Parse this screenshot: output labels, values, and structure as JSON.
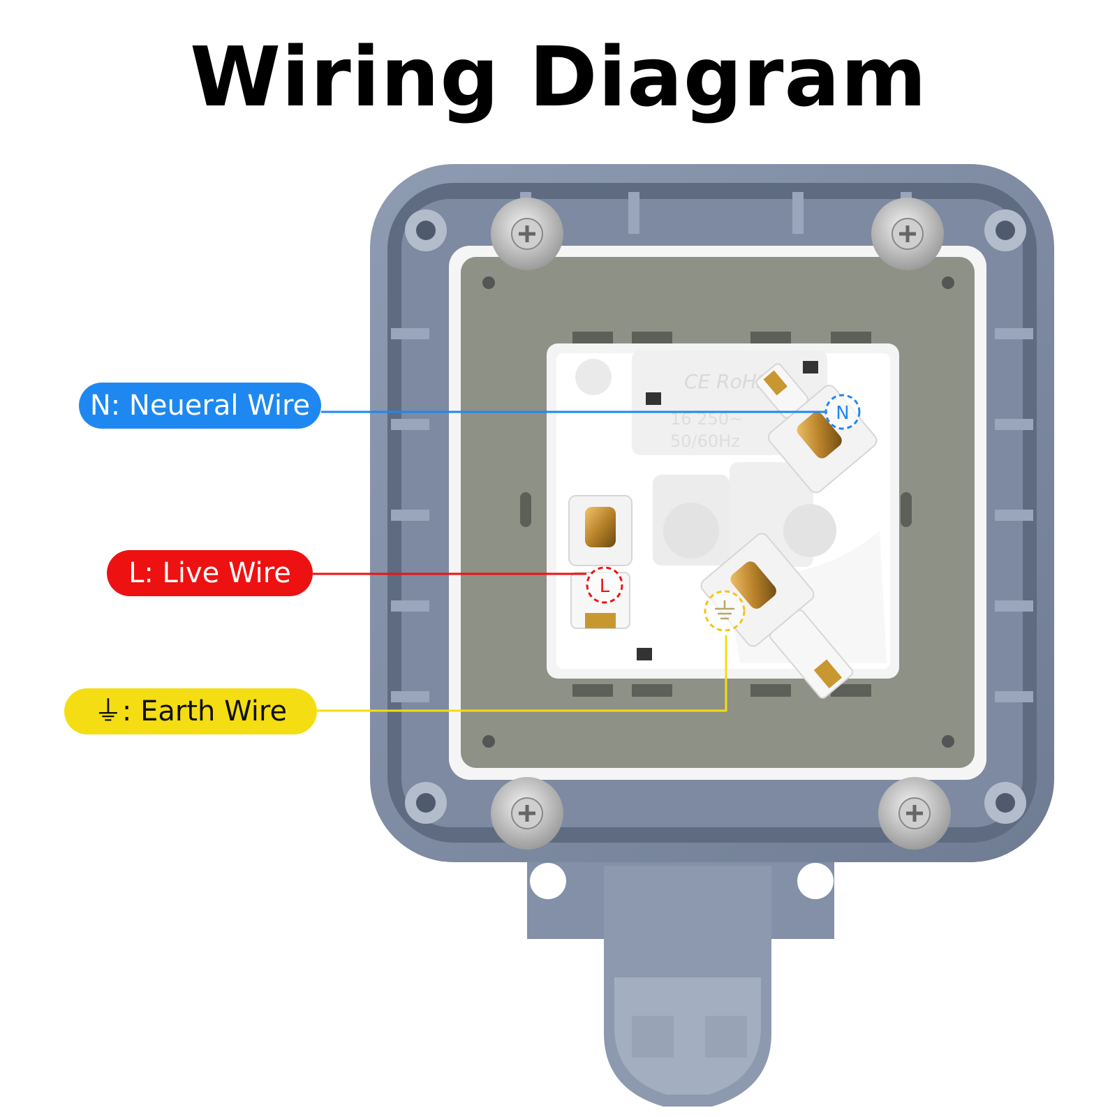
{
  "title": "Wiring Diagram",
  "labels": {
    "neutral": {
      "text": "N: Neueral Wire",
      "color": "#1e88f0",
      "terminal_mark": "N"
    },
    "live": {
      "text": "L: Live Wire",
      "color": "#ee1111",
      "terminal_mark": "L"
    },
    "earth": {
      "symbol": "⏚",
      "text": ": Earth Wire",
      "color": "#f4dd12"
    }
  },
  "socket_markings": {
    "certs": "CE RoHS",
    "rating": "16 250~",
    "frequency": "50/60Hz"
  }
}
